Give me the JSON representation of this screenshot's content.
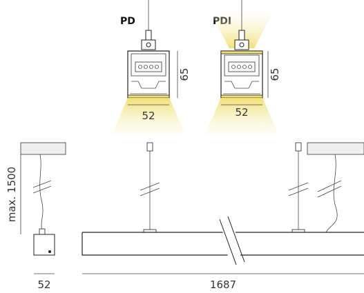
{
  "labels": {
    "pd": "PD",
    "pdi": "PDI"
  },
  "dimensions": {
    "pd_height": "65",
    "pd_width": "52",
    "pdi_height": "65",
    "pdi_width": "52",
    "suspension_length": "max. 1500",
    "canopy_width": "52",
    "fixture_length": "1687"
  },
  "colors": {
    "light_beam": "#f3e58c",
    "canopy": "#efefef",
    "line": "#222222"
  }
}
